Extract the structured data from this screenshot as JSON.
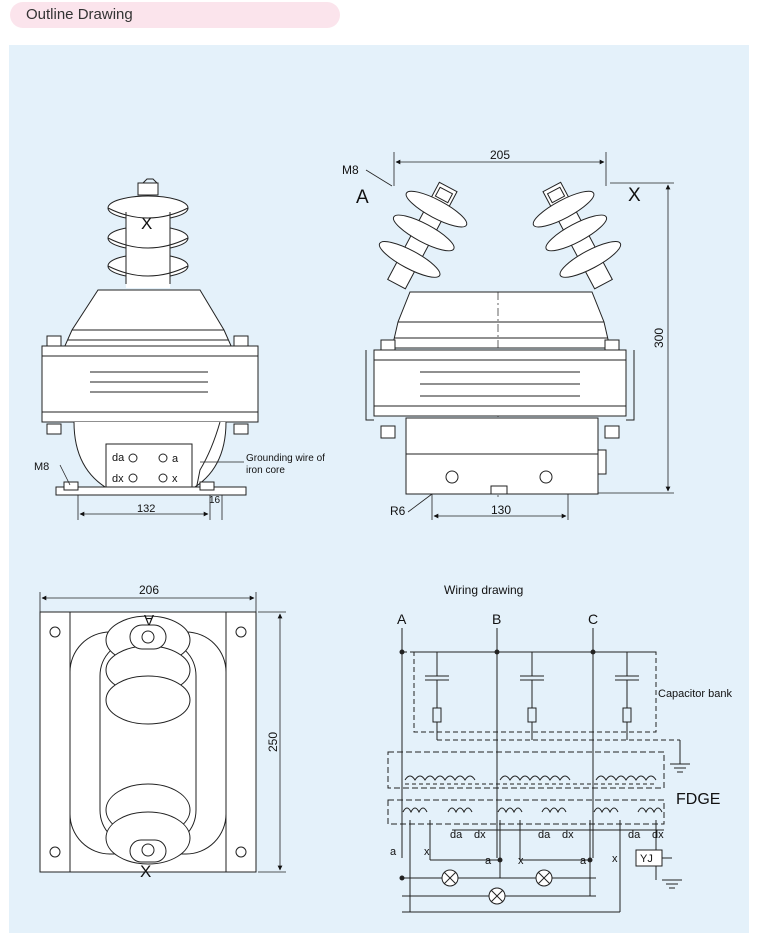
{
  "header": {
    "title": "Outline Drawing"
  },
  "front_view": {
    "terminal_label": "X",
    "thread_label": "M8",
    "terminals": [
      "da",
      "a",
      "dx",
      "x"
    ],
    "grounding_note_line1": "Grounding wire of",
    "grounding_note_line2": "iron core",
    "dim_width": "132",
    "dim_offset": "16"
  },
  "side_view": {
    "thread_label": "M8",
    "left_terminal": "A",
    "right_terminal": "X",
    "dim_top": "205",
    "dim_height": "300",
    "radius_label": "R6",
    "dim_bottom": "130"
  },
  "top_view": {
    "dim_width": "206",
    "dim_height": "250",
    "top_mark": "A",
    "bottom_mark": "X"
  },
  "wiring": {
    "title": "Wiring drawing",
    "phases": [
      "A",
      "B",
      "C"
    ],
    "capacitor_label": "Capacitor bank",
    "model_label": "FDGE",
    "relay_label": "YJ",
    "sec_a": "a",
    "sec_x": "x",
    "sec_da": "da",
    "sec_dx": "dx"
  }
}
